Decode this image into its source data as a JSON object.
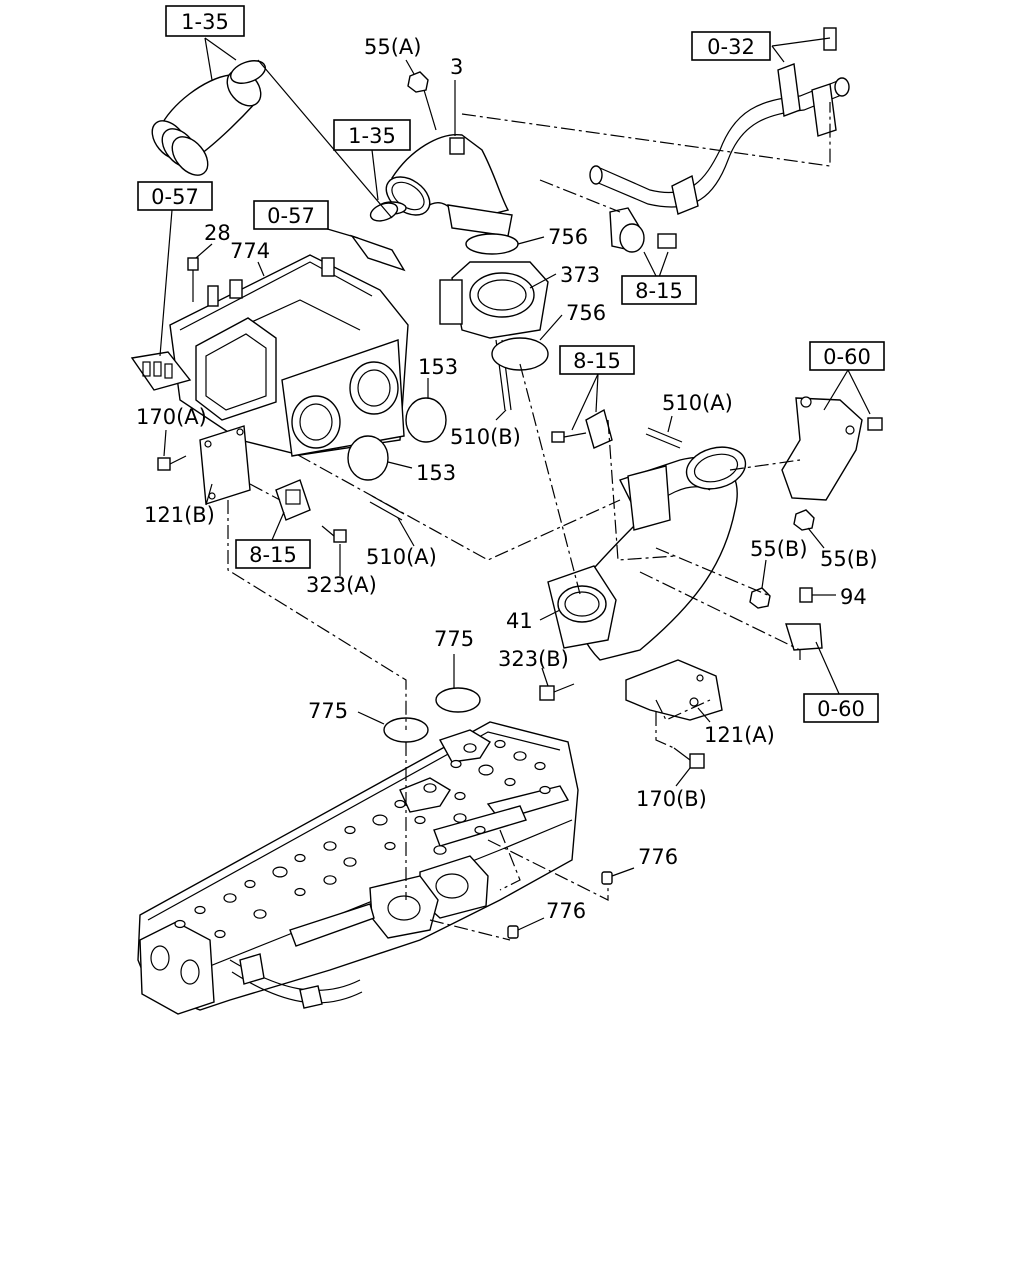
{
  "refs": {
    "r135a": "1-35",
    "r135b": "1-35",
    "r057a": "0-57",
    "r057b": "0-57",
    "r032": "0-32",
    "r815a": "8-15",
    "r815b": "8-15",
    "r815c": "8-15",
    "r060a": "0-60",
    "r060b": "0-60"
  },
  "labels": {
    "p55a": "55(A)",
    "p3": "3",
    "p28": "28",
    "p774": "774",
    "p756a": "756",
    "p373": "373",
    "p756b": "756",
    "p153a": "153",
    "p153b": "153",
    "p510b": "510(B)",
    "p510a_top": "510(A)",
    "p170a": "170(A)",
    "p121b": "121(B)",
    "p510a_bot": "510(A)",
    "p323a": "323(A)",
    "p55b_1": "55(B)",
    "p55b_2": "55(B)",
    "p94": "94",
    "p41": "41",
    "p323b": "323(B)",
    "p121a": "121(A)",
    "p170b": "170(B)",
    "p775a": "775",
    "p775b": "775",
    "p776a": "776",
    "p776b": "776"
  }
}
